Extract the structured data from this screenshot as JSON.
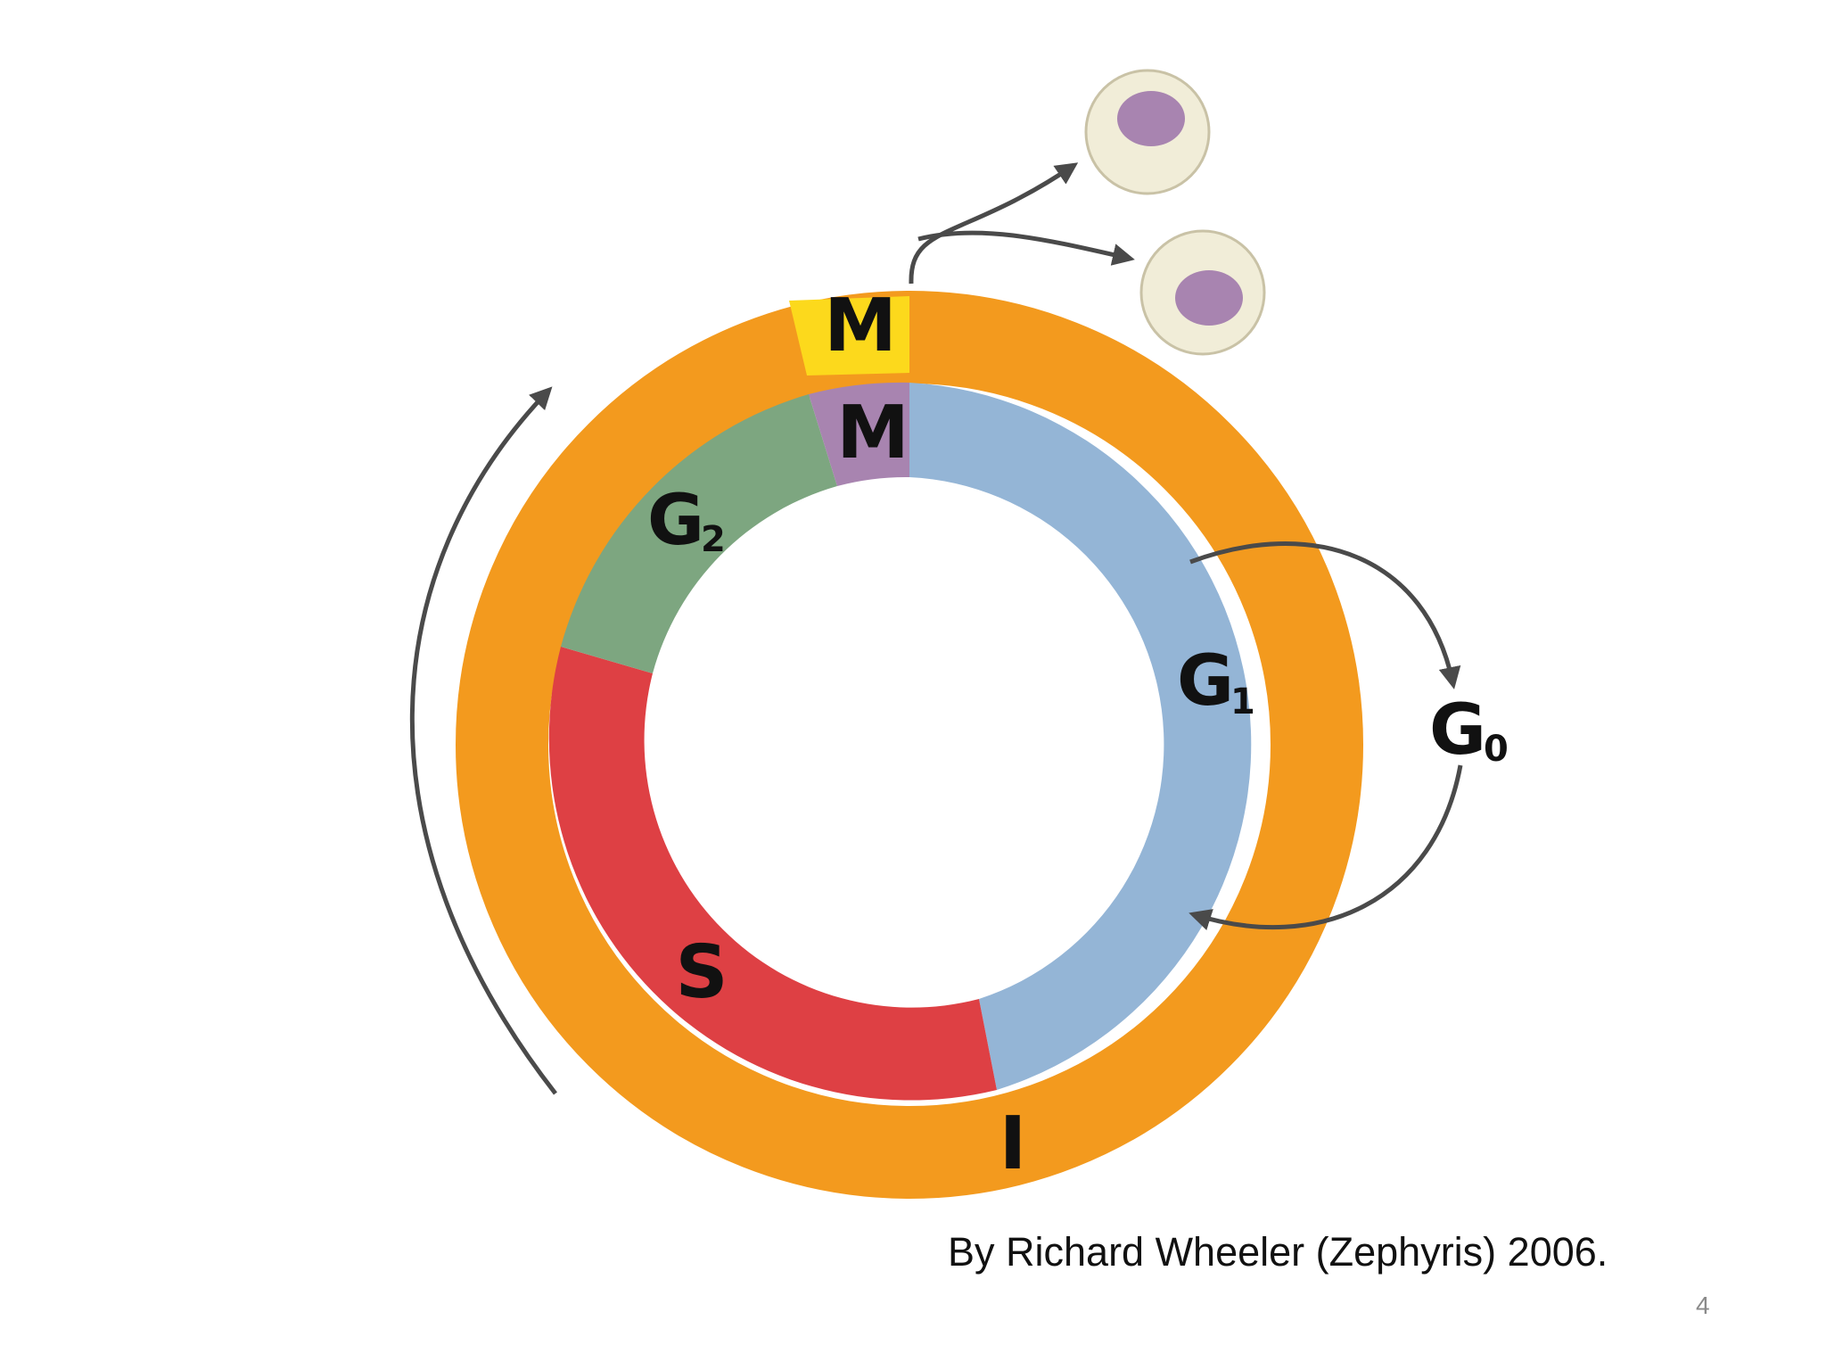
{
  "diagram": {
    "outer_ring": {
      "mitosis_label": "M",
      "interphase_label": "I"
    },
    "inner_ring": {
      "mitosis_label": "M",
      "g1_label": "G",
      "g1_sub": "1",
      "s_label": "S",
      "g2_label": "G",
      "g2_sub": "2"
    },
    "g0_label": "G",
    "g0_sub": "0",
    "colors": {
      "interphase": "#F39A1E",
      "mitosis_outer": "#FCD91C",
      "mitosis_inner": "#A884B0",
      "g1": "#94B5D6",
      "s": "#DE4044",
      "g2": "#7DA680",
      "arrow": "#4A4A4A",
      "cell": "#F1EDD8",
      "nucleus": "#A884B0"
    }
  },
  "credit": "By Richard Wheeler (Zephyris) 2006.",
  "slide_number": "4"
}
